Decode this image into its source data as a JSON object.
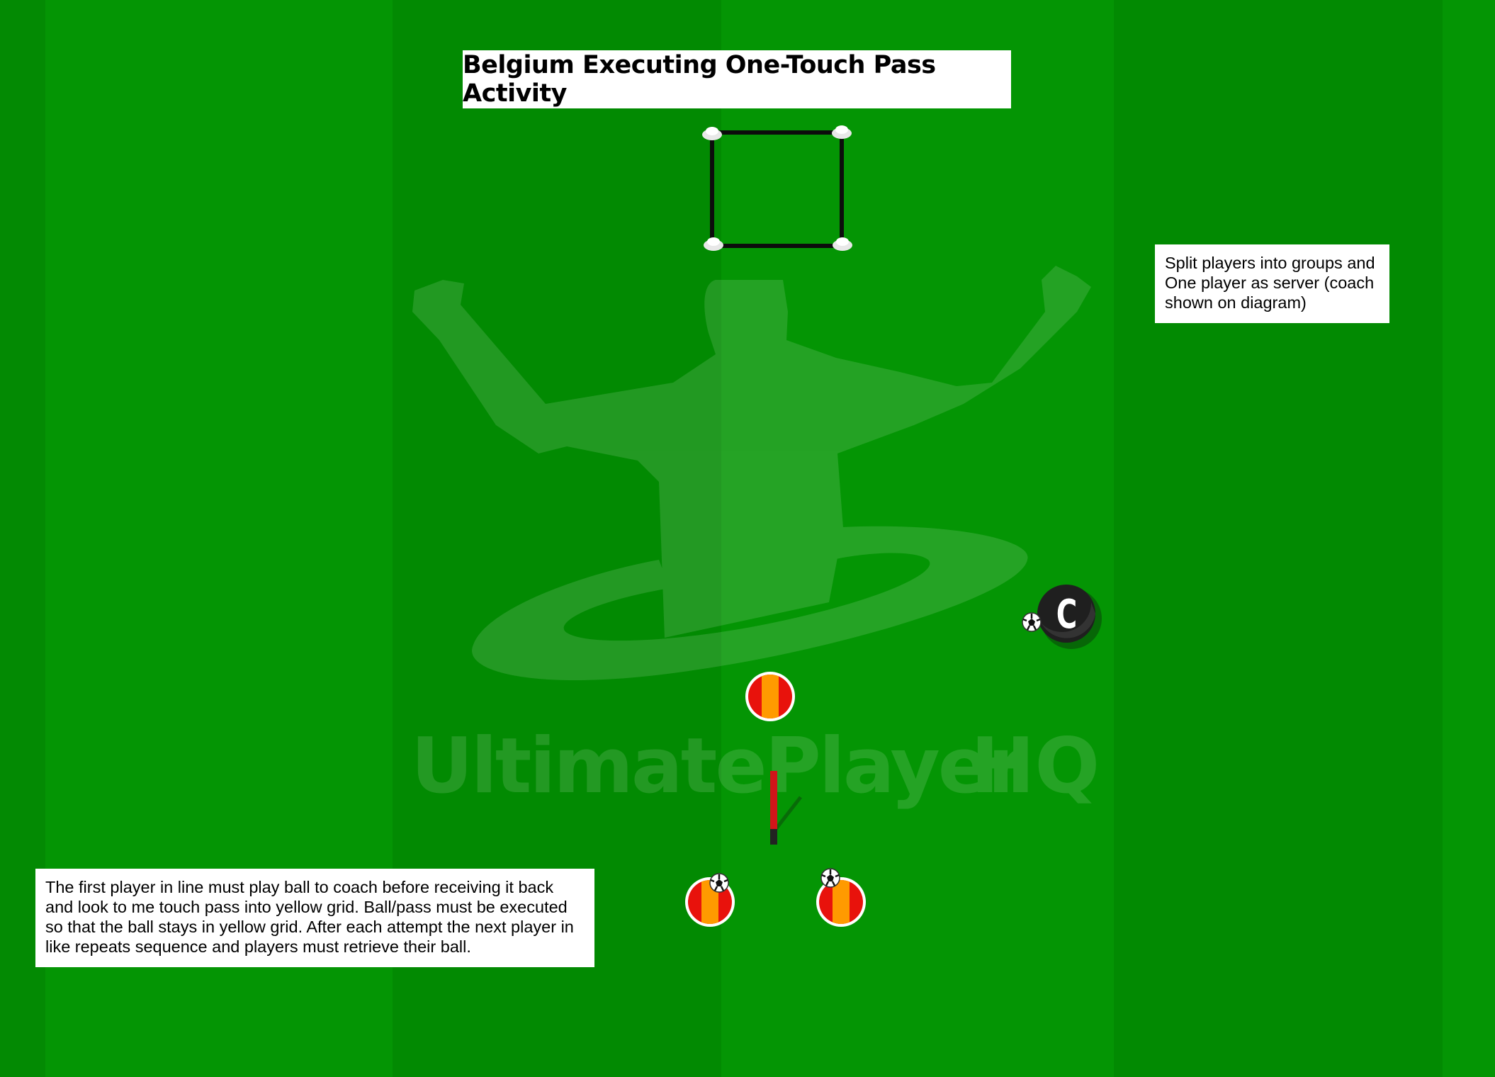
{
  "title": "Belgium Executing One-Touch Pass Activity",
  "notes": {
    "right": "Split players into groups and One player as server (coach shown on diagram)",
    "left": "The first player in line must play ball to coach before receiving it back and look to me touch pass into yellow grid. Ball/pass must be executed so that the ball stays in yellow grid. After each attempt the next player in like repeats sequence and players must retrieve their ball."
  },
  "watermark": {
    "word1": "UltimatePlayer",
    "word2": "HQ"
  },
  "coach": {
    "label": "C"
  },
  "colors": {
    "pitch": "#028c02",
    "stripe_light": "#049404",
    "player_red": "#e8120c",
    "player_orange": "#ff9a00",
    "coach": "#1f1f1f",
    "pole_red": "#d0151a"
  }
}
